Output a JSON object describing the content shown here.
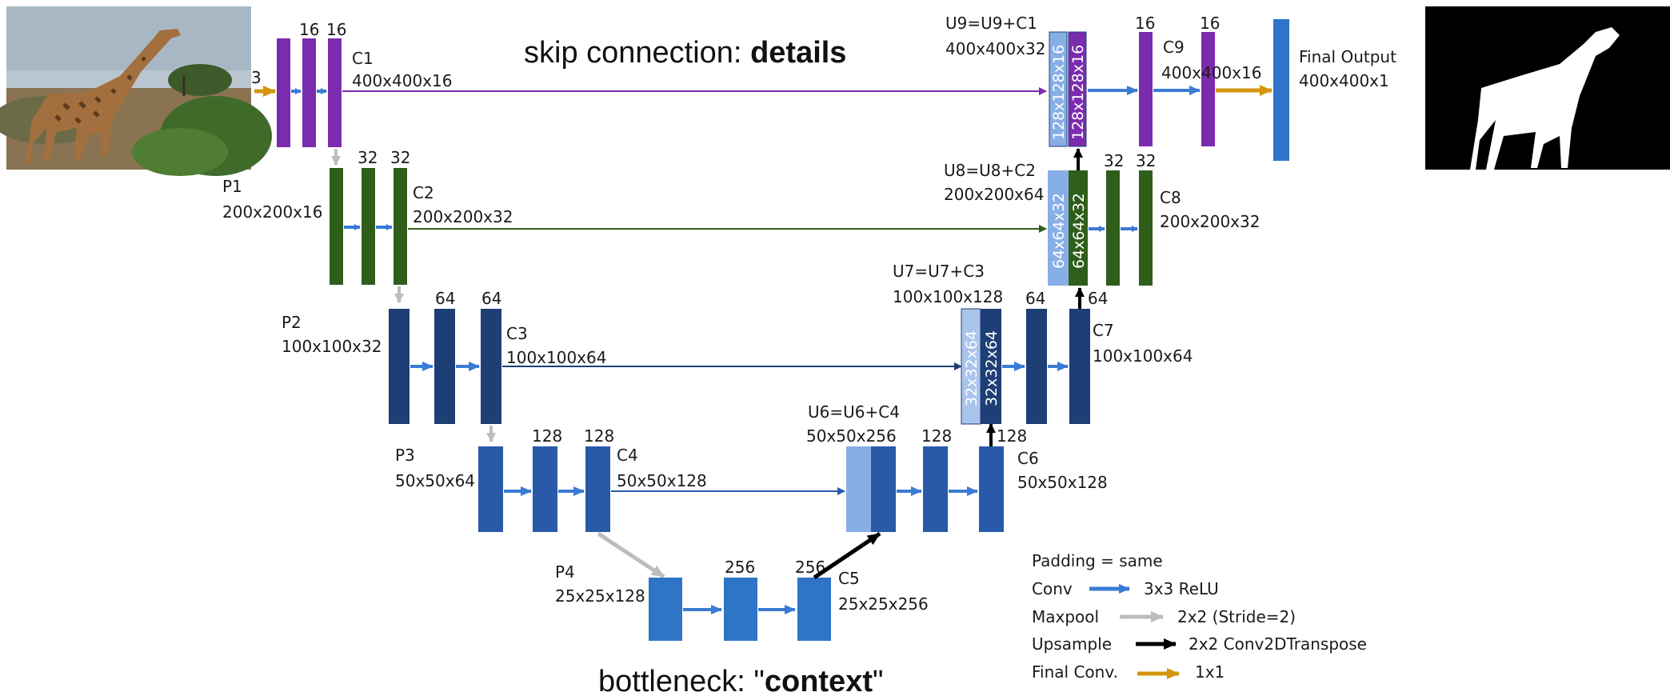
{
  "colors": {
    "purple": "#7b2cae",
    "green": "#2f5e1b",
    "navy": "#1e3f75",
    "midblue": "#285aa8",
    "blue": "#2f74c6",
    "lightblue": "#88aee6",
    "paleblue": "#aac4ec",
    "conv_arrow": "#3a7bd5",
    "pool_arrow": "#bdbdbd",
    "up_arrow": "#000000",
    "final_arrow": "#d4960f"
  },
  "titles": {
    "skip": "skip connection: ",
    "skip_bold": "details",
    "bottleneck": "bottleneck: \"",
    "bottleneck_bold": "context",
    "bottleneck_end": "\""
  },
  "encoder": {
    "stage1": {
      "f1": "16",
      "f2": "16",
      "name": "C1",
      "shape": "400x400x16",
      "input_partial": "3"
    },
    "stage2": {
      "pool_name": "P1",
      "pool_shape": "200x200x16",
      "f1": "32",
      "f2": "32",
      "name": "C2",
      "shape": "200x200x32"
    },
    "stage3": {
      "pool_name": "P2",
      "pool_shape": "100x100x32",
      "f1": "64",
      "f2": "64",
      "name": "C3",
      "shape": "100x100x64"
    },
    "stage4": {
      "pool_name": "P3",
      "pool_shape": "50x50x64",
      "f1": "128",
      "f2": "128",
      "name": "C4",
      "shape": "50x50x128"
    },
    "bottleneck": {
      "pool_name": "P4",
      "pool_shape": "25x25x128",
      "f1": "256",
      "f2": "256",
      "name": "C5",
      "shape": "25x25x256"
    }
  },
  "decoder": {
    "u6": {
      "eq": "U6=U6+C4",
      "shape": "50x50x256",
      "f1": "128",
      "f2": "128",
      "name": "C6",
      "out_shape": "50x50x128"
    },
    "u7": {
      "eq": "U7=U7+C3",
      "shape": "100x100x128",
      "concat_a": "32x32x64",
      "concat_b": "32x32x64",
      "f1": "64",
      "f2": "64",
      "name": "C7",
      "out_shape": "100x100x64"
    },
    "u8": {
      "eq": "U8=U8+C2",
      "shape": "200x200x64",
      "concat_a": "64x64x32",
      "concat_b": "64x64x32",
      "f1": "32",
      "f2": "32",
      "name": "C8",
      "out_shape": "200x200x32"
    },
    "u9": {
      "eq": "U9=U9+C1",
      "shape": "400x400x32",
      "concat_a": "128x128x16",
      "concat_b": "128x128x16",
      "f1": "16",
      "f2": "16",
      "name": "C9",
      "out_shape": "400x400x16"
    }
  },
  "output": {
    "label": "Final Output",
    "shape": "400x400x1"
  },
  "legend": {
    "padding": "Padding = same",
    "items": [
      {
        "label": "Conv",
        "desc": "3x3 ReLU",
        "color": "#3a7bd5"
      },
      {
        "label": "Maxpool",
        "desc": "2x2 (Stride=2)",
        "color": "#bdbdbd"
      },
      {
        "label": "Upsample",
        "desc": "2x2 Conv2DTranspose",
        "color": "#000000"
      },
      {
        "label": "Final Conv.",
        "desc": "1x1",
        "color": "#d4960f"
      }
    ]
  },
  "images": {
    "input": "giraffe-photo",
    "output": "giraffe-mask"
  }
}
